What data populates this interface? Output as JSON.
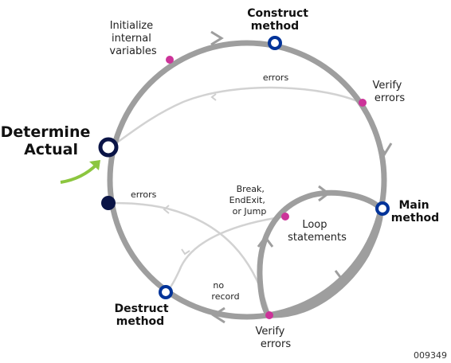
{
  "nodes": {
    "determine_actual": [
      "Determine",
      "Actual"
    ],
    "construct": [
      "Construct",
      "method"
    ],
    "main": [
      "Main",
      "method"
    ],
    "destruct": [
      "Destruct",
      "method"
    ]
  },
  "labels": {
    "init": [
      "Initialize",
      "internal",
      "variables"
    ],
    "verify_top": [
      "Verify",
      "errors"
    ],
    "verify_bottom": [
      "Verify",
      "errors"
    ],
    "errors_top": "errors",
    "errors_left": "errors",
    "break": [
      "Break,",
      "EndExit,",
      "or Jump"
    ],
    "loop": [
      "Loop",
      "statements"
    ],
    "no_record": [
      "no",
      "record"
    ]
  },
  "figure_id": "009349",
  "colors": {
    "main_path": "#9e9e9e",
    "error_path": "#d2d2d2",
    "node_blue": "#003399",
    "node_dark": "#0a1446",
    "point_magenta": "#cc3399",
    "arrow_green": "#8cc63f"
  }
}
